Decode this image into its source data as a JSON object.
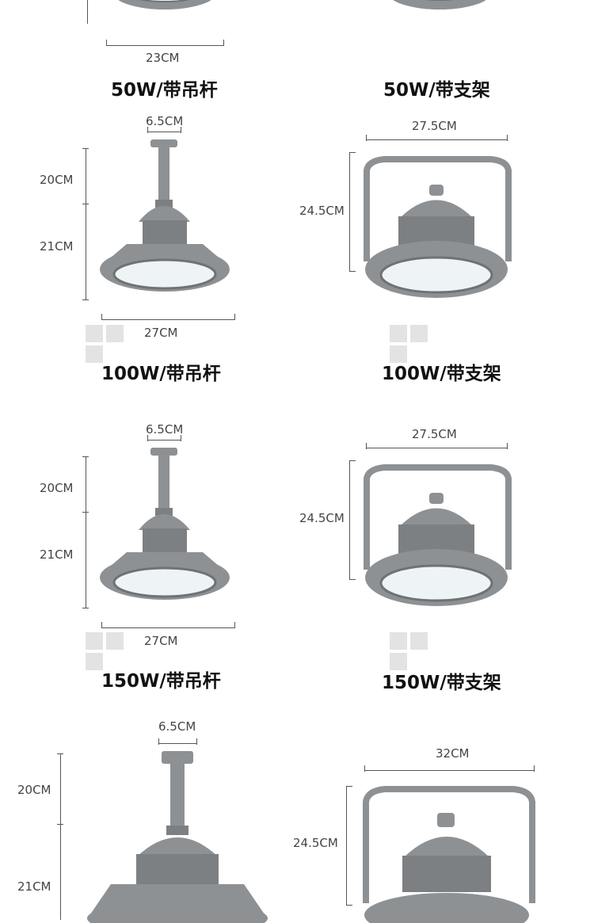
{
  "rows": [
    {
      "left": {
        "title": "50W/带吊杆",
        "width": "23CM"
      },
      "right": {
        "title": "50W/带支架"
      }
    },
    {
      "left": {
        "title": "100W/带吊杆",
        "rod": "6.5CM",
        "upper": "20CM",
        "lower": "21CM",
        "width": "27CM"
      },
      "right": {
        "title": "100W/带支架",
        "width": "27.5CM",
        "height": "24.5CM"
      }
    },
    {
      "left": {
        "title": "150W/带吊杆",
        "rod": "6.5CM",
        "upper": "20CM",
        "lower": "21CM",
        "width": "27CM"
      },
      "right": {
        "title": "150W/带支架",
        "width": "27.5CM",
        "height": "24.5CM"
      }
    },
    {
      "left": {
        "rod": "6.5CM",
        "upper": "20CM",
        "lower": "21CM"
      },
      "right": {
        "width": "32CM",
        "height": "24.5CM"
      }
    }
  ],
  "colors": {
    "lamp_body": "#8e9194",
    "lamp_dark": "#6f7275",
    "lens": "#eef3f6",
    "dim_line": "#555555"
  }
}
